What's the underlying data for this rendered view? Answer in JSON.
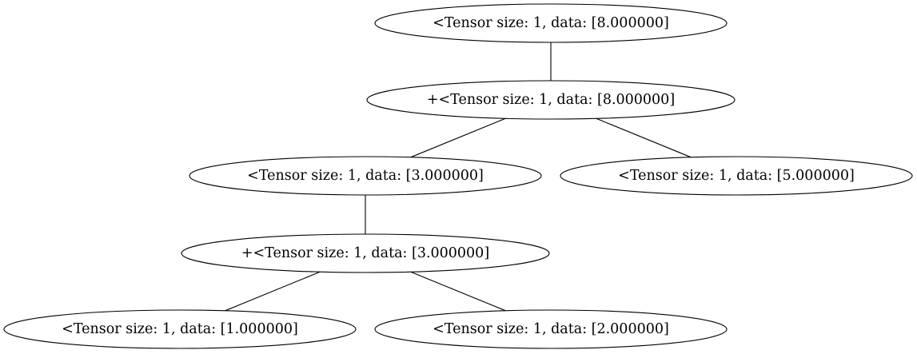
{
  "graph": {
    "nodes": [
      {
        "id": "n1",
        "label": "<Tensor size: 1, data: [8.000000]"
      },
      {
        "id": "n2",
        "label": "+<Tensor size: 1, data: [8.000000]"
      },
      {
        "id": "n3",
        "label": "<Tensor size: 1, data: [3.000000]"
      },
      {
        "id": "n4",
        "label": "<Tensor size: 1, data: [5.000000]"
      },
      {
        "id": "n5",
        "label": "+<Tensor size: 1, data: [3.000000]"
      },
      {
        "id": "n6",
        "label": "<Tensor size: 1, data: [1.000000]"
      },
      {
        "id": "n7",
        "label": "<Tensor size: 1, data: [2.000000]"
      }
    ],
    "edges": [
      {
        "from": "n1",
        "to": "n2"
      },
      {
        "from": "n2",
        "to": "n3"
      },
      {
        "from": "n2",
        "to": "n4"
      },
      {
        "from": "n3",
        "to": "n5"
      },
      {
        "from": "n5",
        "to": "n6"
      },
      {
        "from": "n5",
        "to": "n7"
      }
    ]
  }
}
